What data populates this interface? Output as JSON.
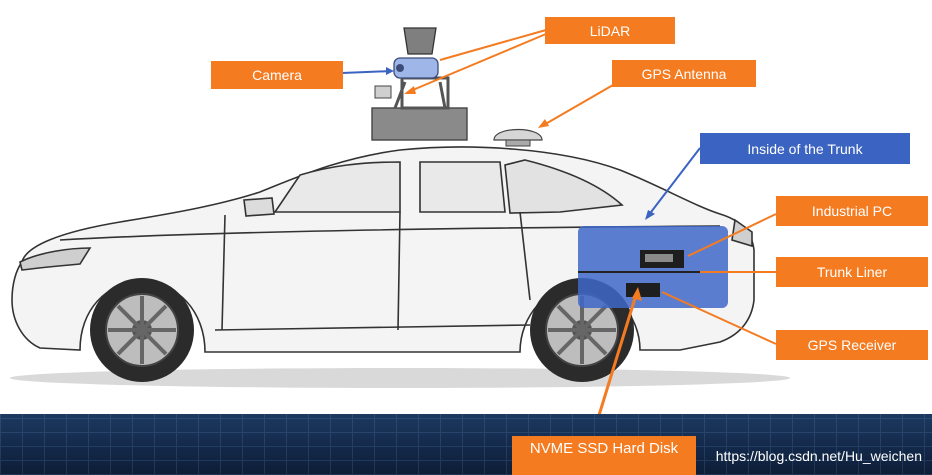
{
  "labels": {
    "camera": "Camera",
    "lidar": "LiDAR",
    "gps_antenna": "GPS Antenna",
    "inside_trunk": "Inside of the Trunk",
    "industrial_pc": "Industrial PC",
    "trunk_liner": "Trunk Liner",
    "gps_receiver": "GPS Receiver",
    "nvme": "NVME SSD Hard Disk"
  },
  "watermark": "https://blog.csdn.net/Hu_weichen",
  "colors": {
    "orange": "#f47b20",
    "blue": "#3a63c2",
    "trunk_overlay": "#3f67c9"
  }
}
